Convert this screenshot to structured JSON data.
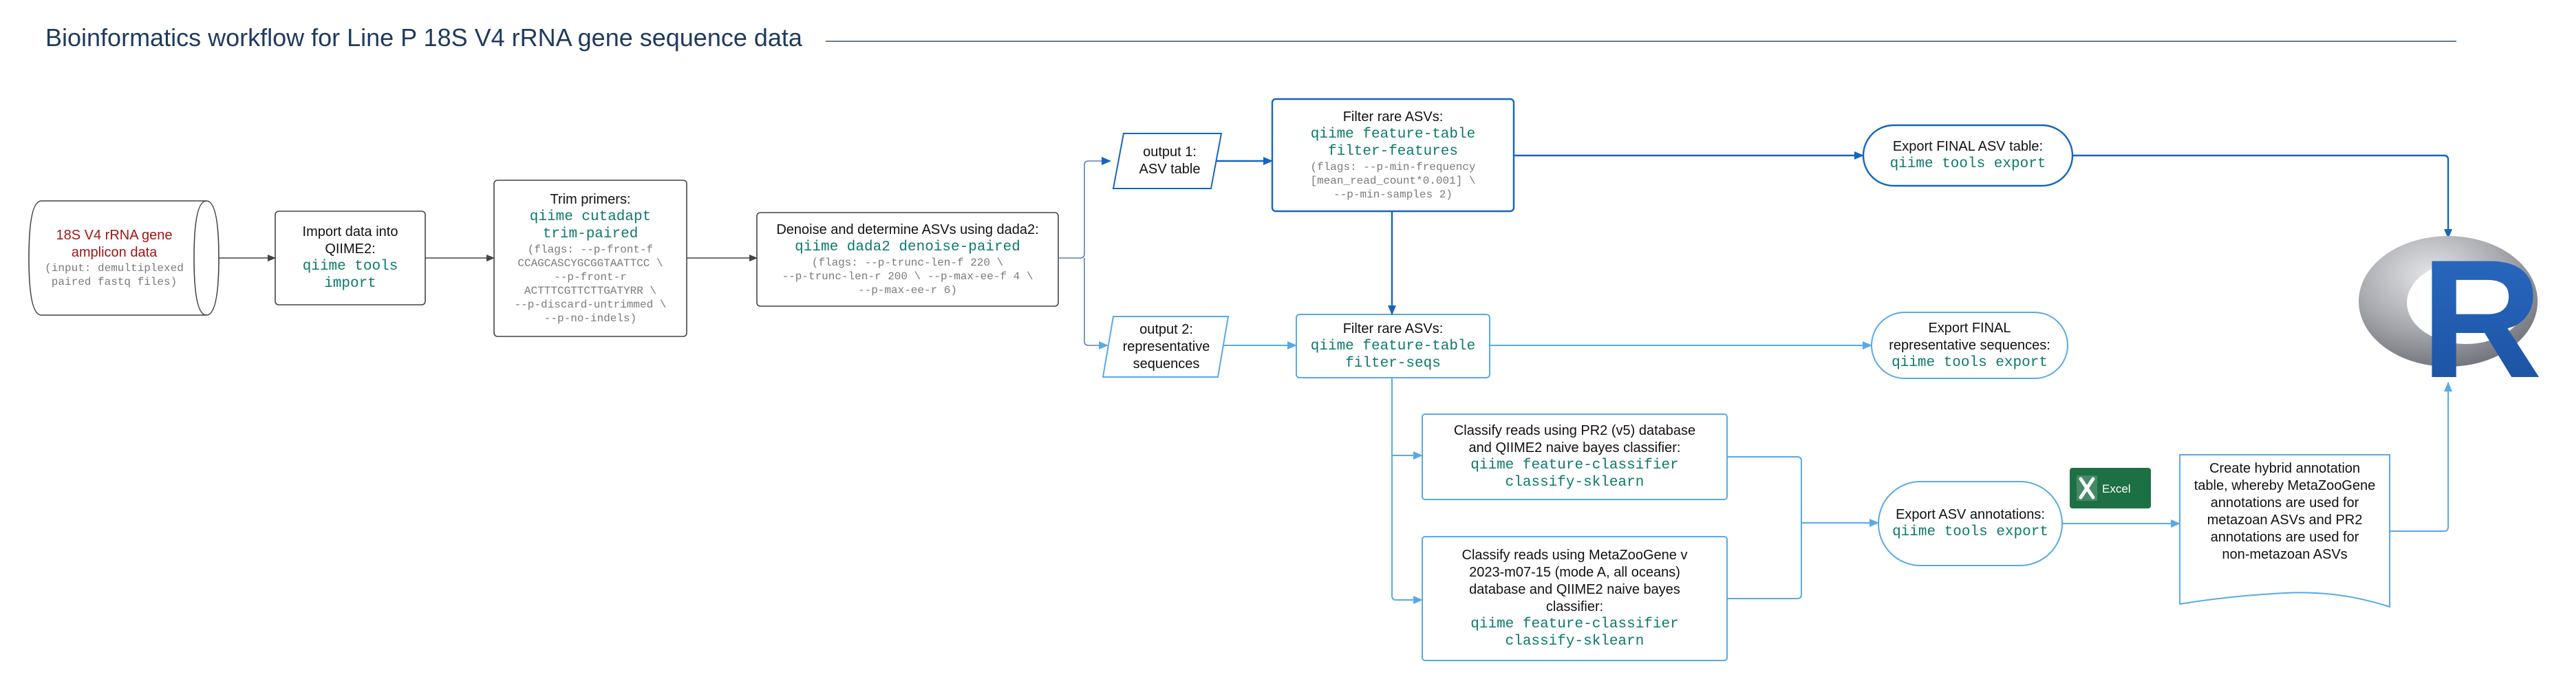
{
  "title": "Bioinformatics workflow for Line P 18S V4 rRNA gene sequence data",
  "colors": {
    "title": "#1f3a5f",
    "gray_line": "#555555",
    "dark_blue": "#1565c0",
    "light_blue": "#5aa9e6",
    "code_green": "#0c7a6a",
    "source_red": "#a31515",
    "excel_green": "#1d7044"
  },
  "nodes": {
    "source": {
      "line1": "18S V4 rRNA gene",
      "line2": "amplicon data",
      "flags1": "(input: demultiplexed",
      "flags2": "paired fastq files)"
    },
    "import": {
      "line1": "Import data into",
      "line2": "QIIME2:",
      "code1": "qiime tools",
      "code2": "import"
    },
    "trim": {
      "line1": "Trim primers:",
      "code1": "qiime cutadapt",
      "code2": "trim-paired",
      "flags": [
        "(flags: --p-front-f",
        "CCAGCASCYGCGGTAATTCC \\",
        "--p-front-r",
        "ACTTTCGTTCTTGATYRR \\",
        "--p-discard-untrimmed \\",
        "--p-no-indels)"
      ]
    },
    "denoise": {
      "line1": "Denoise and determine ASVs using dada2:",
      "code1": "qiime dada2 denoise-paired",
      "flags": [
        "(flags: --p-trunc-len-f 220 \\",
        "--p-trunc-len-r 200 \\ --p-max-ee-f 4 \\",
        "--p-max-ee-r 6)"
      ]
    },
    "output1": {
      "line1": "output 1:",
      "line2": "ASV table"
    },
    "output2": {
      "line1": "output 2:",
      "line2": "representative",
      "line3": "sequences"
    },
    "filter_features": {
      "line1": "Filter rare ASVs:",
      "code1": "qiime feature-table",
      "code2": "filter-features",
      "flags": [
        "(flags: --p-min-frequency",
        "[mean_read_count*0.001] \\",
        "--p-min-samples 2)"
      ]
    },
    "filter_seqs": {
      "line1": "Filter rare ASVs:",
      "code1": "qiime feature-table",
      "code2": "filter-seqs"
    },
    "export_asv": {
      "line1": "Export FINAL ASV table:",
      "code1": "qiime tools export"
    },
    "export_seqs": {
      "line1": "Export FINAL",
      "line2": "representative sequences:",
      "code1": "qiime tools export"
    },
    "classify_pr2": {
      "line1": "Classify reads using PR2 (v5) database",
      "line2": "and QIIME2 naive bayes classifier:",
      "code1": "qiime feature-classifier",
      "code2": "classify-sklearn"
    },
    "classify_mzg": {
      "line1": "Classify reads using MetaZooGene v",
      "line2": "2023-m07-15 (mode A, all oceans)",
      "line3": "database and QIIME2 naive bayes",
      "line4": "classifier:",
      "code1": "qiime feature-classifier",
      "code2": "classify-sklearn"
    },
    "export_annot": {
      "line1": "Export ASV annotations:",
      "code1": "qiime tools export"
    },
    "excel": {
      "label": "Excel",
      "icon": "excel-icon"
    },
    "hybrid": {
      "lines": [
        "Create hybrid annotation",
        "table, whereby MetaZooGene",
        "annotations are used for",
        "metazoan ASVs and PR2",
        "annotations are used for",
        "non-metazoan ASVs"
      ]
    },
    "r_logo": {
      "letter": "R",
      "icon": "r-logo-icon"
    }
  }
}
